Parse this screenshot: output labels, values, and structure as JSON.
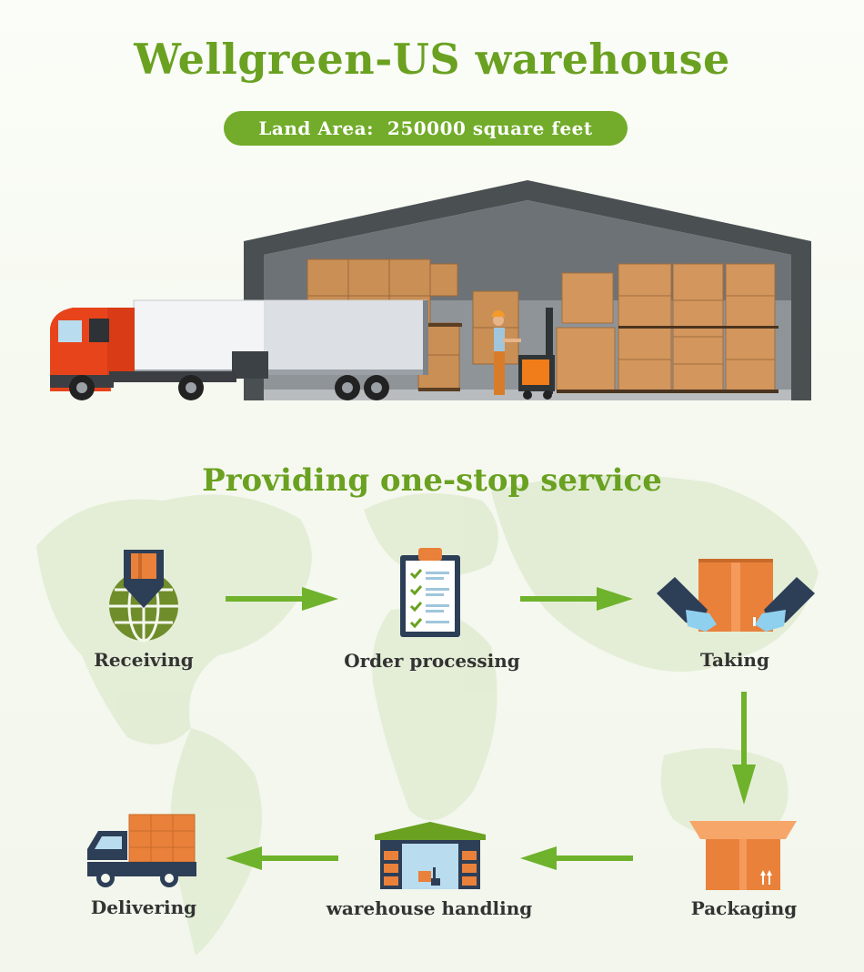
{
  "header": {
    "title": "Wellgreen-US warehouse",
    "land_area_label": "Land Area:",
    "land_area_value": "250000 square feet"
  },
  "service": {
    "title": "Providing one-stop service",
    "steps": [
      {
        "label": "Receiving",
        "icon": "globe-pin-icon"
      },
      {
        "label": "Order processing",
        "icon": "clipboard-checklist-icon"
      },
      {
        "label": "Taking",
        "icon": "hands-box-icon"
      },
      {
        "label": "Packaging",
        "icon": "open-box-icon"
      },
      {
        "label": "warehouse handling",
        "icon": "warehouse-forklift-icon"
      },
      {
        "label": "Delivering",
        "icon": "delivery-truck-icon"
      }
    ]
  },
  "colors": {
    "brand_green": "#6aa121",
    "pill_green": "#72ac2a",
    "arrow_green": "#6fb22b",
    "box_orange": "#e9813a",
    "navy": "#2d3e57"
  }
}
